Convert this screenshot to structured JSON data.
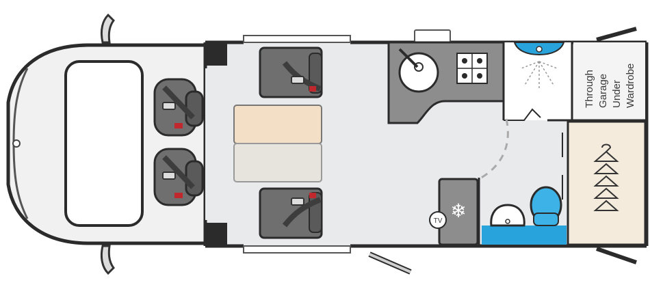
{
  "labels": {
    "garage_lines": [
      "Through",
      "Garage",
      "Under"
    ],
    "wardrobe": "Wardrobe",
    "tv": "TV",
    "fridge_symbol": "❄"
  },
  "colors": {
    "floor": "#e9eaec",
    "wall": "#2b2b2b",
    "cab_body": "#f0f0f0",
    "seat": "#6f6f6f",
    "seat_dark": "#4d4d4d",
    "belt_red": "#c0282d",
    "table_top": "#f2dfc6",
    "table_fold": "#e6e4dc",
    "kitchen": "#8d8d8d",
    "bathroom_blue": "#29a3dc",
    "toilet_blue": "#3cb2e6",
    "wardrobe_fill": "#f4ebdc"
  }
}
